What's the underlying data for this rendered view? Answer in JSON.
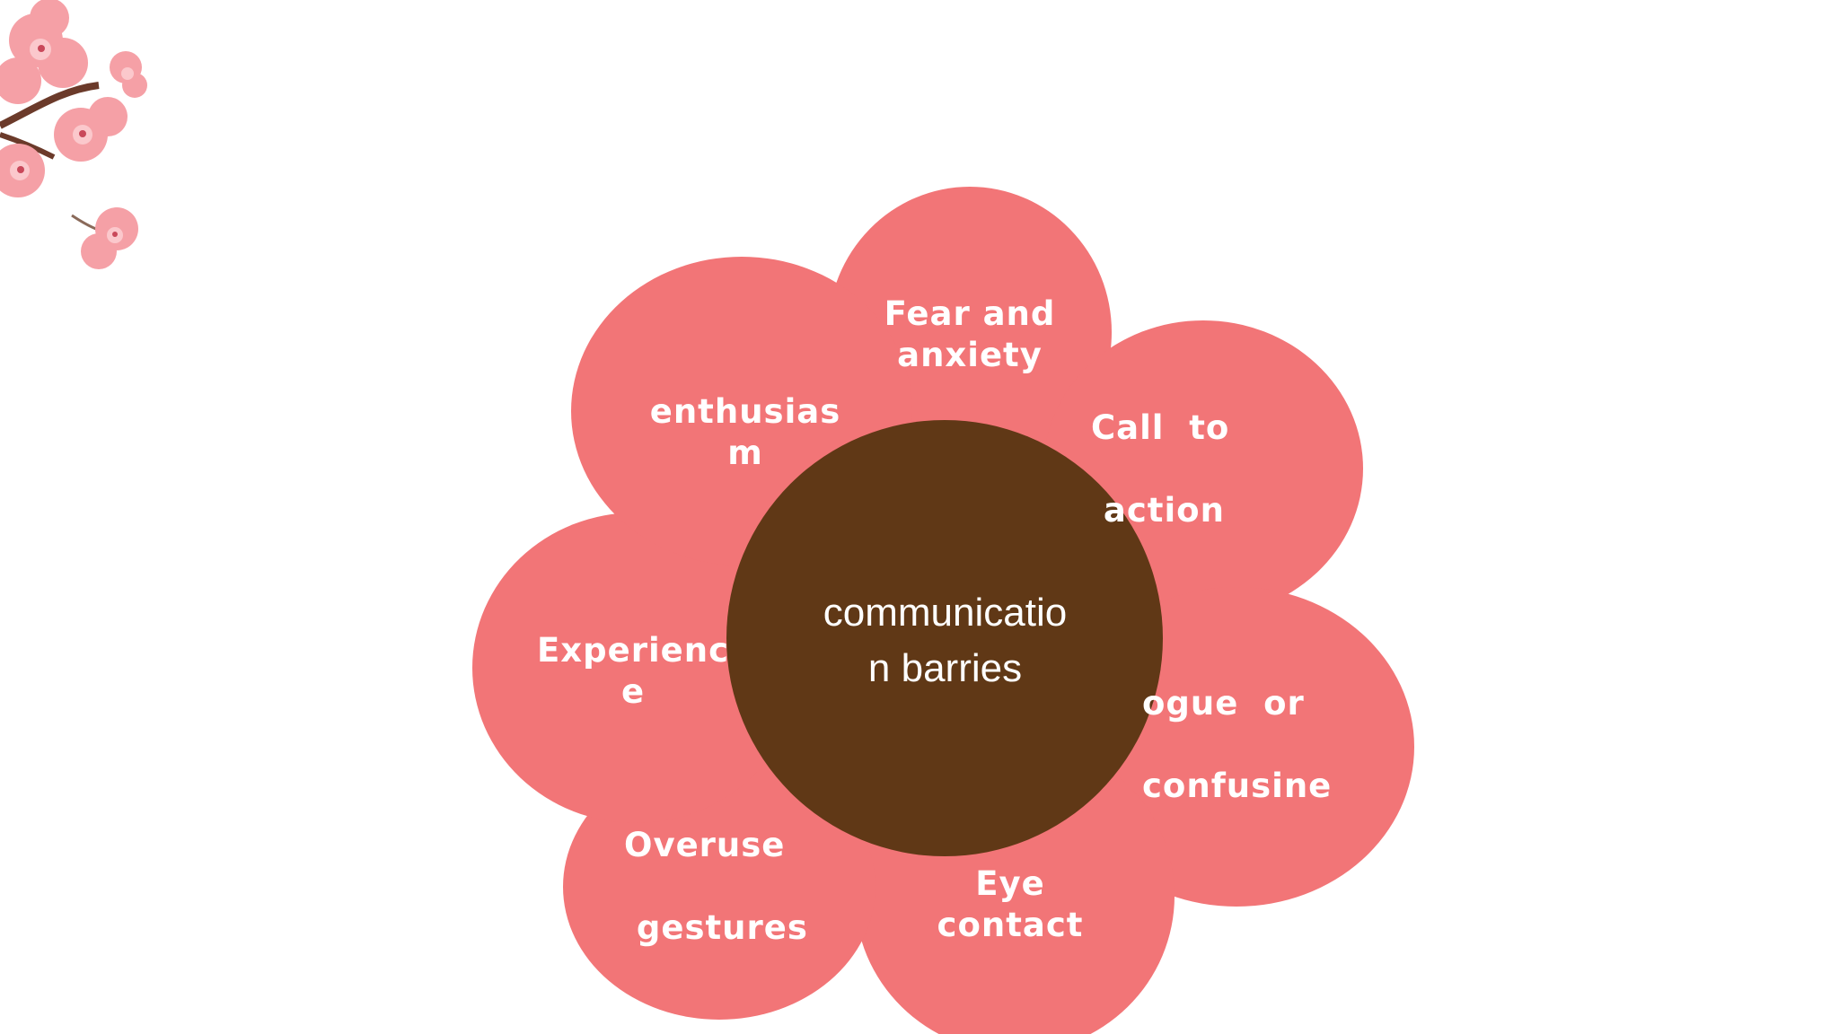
{
  "colors": {
    "petal": "#f27577",
    "center": "#603816",
    "text": "#ffffff",
    "blossom_pink": "#f5a0a6",
    "blossom_light": "#fbc8cc",
    "branch": "#6b3a2a"
  },
  "diagram": {
    "center_label": "communicatio\nn barries",
    "petals": [
      {
        "id": "fear",
        "label": "Fear and\nanxiety"
      },
      {
        "id": "call",
        "label": "Call  to\n\n action"
      },
      {
        "id": "vague",
        "label": "ogue  or\n\nconfusine"
      },
      {
        "id": "eye",
        "label": "Eye\ncontact"
      },
      {
        "id": "overuse",
        "label": "Overuse\n\n gestures"
      },
      {
        "id": "experience",
        "label": "Experienc\ne"
      },
      {
        "id": "enthusiasm",
        "label": "enthusias\nm"
      }
    ]
  },
  "decoration": {
    "icon": "cherry-blossom-icon"
  }
}
